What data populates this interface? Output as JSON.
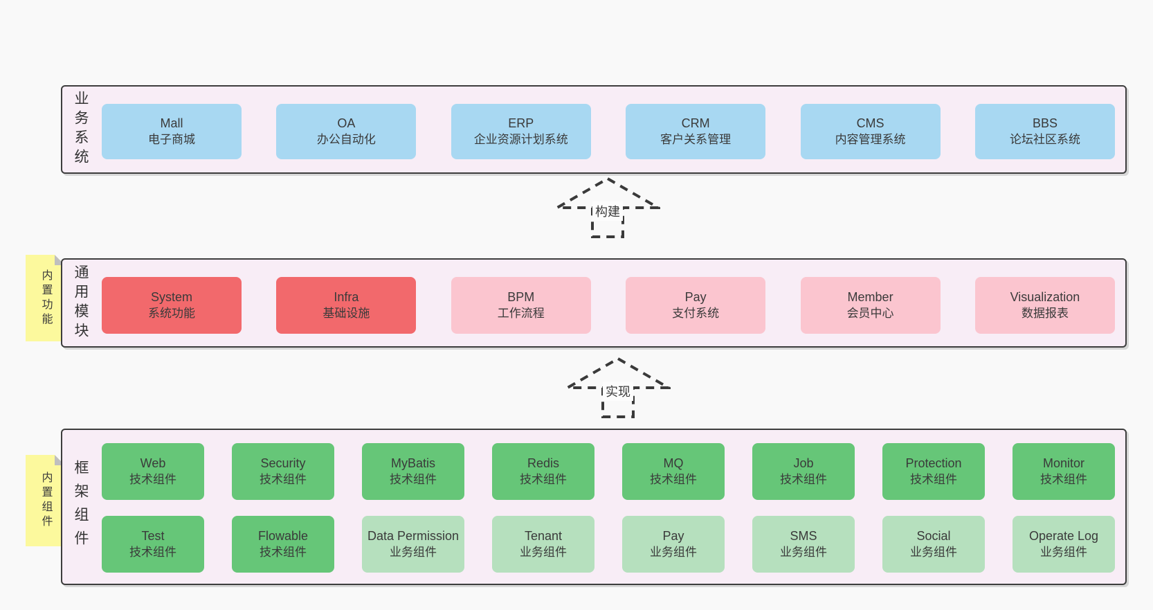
{
  "page": {
    "background": "#f9f9f9"
  },
  "colors": {
    "panel_fill": "#f8edf6",
    "panel_border": "#3d3d3d",
    "blue_box": "#a8d8f2",
    "red_box": "#f2696c",
    "pink_box": "#fbc5cf",
    "green_box": "#66c678",
    "light_green_box": "#b6e0be",
    "sticky_note": "#fcf99d",
    "text": "#3a3a3a"
  },
  "sections": {
    "business": {
      "label": "业务系统",
      "boxes": [
        {
          "title": "Mall",
          "subtitle": "电子商城",
          "variant": "blue"
        },
        {
          "title": "OA",
          "subtitle": "办公自动化",
          "variant": "blue"
        },
        {
          "title": "ERP",
          "subtitle": "企业资源计划系统",
          "variant": "blue"
        },
        {
          "title": "CRM",
          "subtitle": "客户关系管理",
          "variant": "blue"
        },
        {
          "title": "CMS",
          "subtitle": "内容管理系统",
          "variant": "blue"
        },
        {
          "title": "BBS",
          "subtitle": "论坛社区系统",
          "variant": "blue"
        }
      ]
    },
    "modules": {
      "label": "通用模块",
      "note": "内置功能",
      "boxes": [
        {
          "title": "System",
          "subtitle": "系统功能",
          "variant": "red"
        },
        {
          "title": "Infra",
          "subtitle": "基础设施",
          "variant": "red"
        },
        {
          "title": "BPM",
          "subtitle": "工作流程",
          "variant": "pink"
        },
        {
          "title": "Pay",
          "subtitle": "支付系统",
          "variant": "pink"
        },
        {
          "title": "Member",
          "subtitle": "会员中心",
          "variant": "pink"
        },
        {
          "title": "Visualization",
          "subtitle": "数据报表",
          "variant": "pink"
        }
      ]
    },
    "components": {
      "label": "框架组件",
      "note": "内置组件",
      "rows": [
        [
          {
            "title": "Web",
            "subtitle": "技术组件",
            "variant": "green"
          },
          {
            "title": "Security",
            "subtitle": "技术组件",
            "variant": "green"
          },
          {
            "title": "MyBatis",
            "subtitle": "技术组件",
            "variant": "green"
          },
          {
            "title": "Redis",
            "subtitle": "技术组件",
            "variant": "green"
          },
          {
            "title": "MQ",
            "subtitle": "技术组件",
            "variant": "green"
          },
          {
            "title": "Job",
            "subtitle": "技术组件",
            "variant": "green"
          },
          {
            "title": "Protection",
            "subtitle": "技术组件",
            "variant": "green"
          },
          {
            "title": "Monitor",
            "subtitle": "技术组件",
            "variant": "green"
          }
        ],
        [
          {
            "title": "Test",
            "subtitle": "技术组件",
            "variant": "green"
          },
          {
            "title": "Flowable",
            "subtitle": "技术组件",
            "variant": "green"
          },
          {
            "title": "Data Permission",
            "subtitle": "业务组件",
            "variant": "lightgreen"
          },
          {
            "title": "Tenant",
            "subtitle": "业务组件",
            "variant": "lightgreen"
          },
          {
            "title": "Pay",
            "subtitle": "业务组件",
            "variant": "lightgreen"
          },
          {
            "title": "SMS",
            "subtitle": "业务组件",
            "variant": "lightgreen"
          },
          {
            "title": "Social",
            "subtitle": "业务组件",
            "variant": "lightgreen"
          },
          {
            "title": "Operate Log",
            "subtitle": "业务组件",
            "variant": "lightgreen"
          }
        ]
      ]
    }
  },
  "arrows": [
    {
      "label": "构建"
    },
    {
      "label": "实现"
    }
  ]
}
